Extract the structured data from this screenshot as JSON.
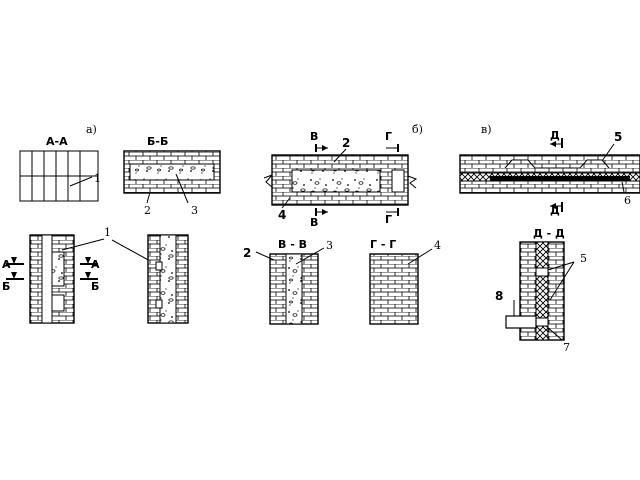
{
  "panels": {
    "a": {
      "label": "а)",
      "sections": [
        "А-А",
        "Б-Б"
      ],
      "markers": [
        "А",
        "А",
        "Б",
        "Б"
      ],
      "callouts": [
        "1",
        "1",
        "2",
        "3"
      ]
    },
    "b": {
      "label": "б)",
      "sections": [
        "В - В",
        "Г - Г"
      ],
      "markers": [
        "В",
        "В",
        "Г",
        "Г"
      ],
      "callouts": [
        "2",
        "4",
        "2",
        "3",
        "4"
      ]
    },
    "c": {
      "label": "в)",
      "sections": [
        "Д - Д"
      ],
      "markers": [
        "Д",
        "Д"
      ],
      "callouts": [
        "5",
        "6",
        "5",
        "8",
        "7"
      ]
    }
  }
}
